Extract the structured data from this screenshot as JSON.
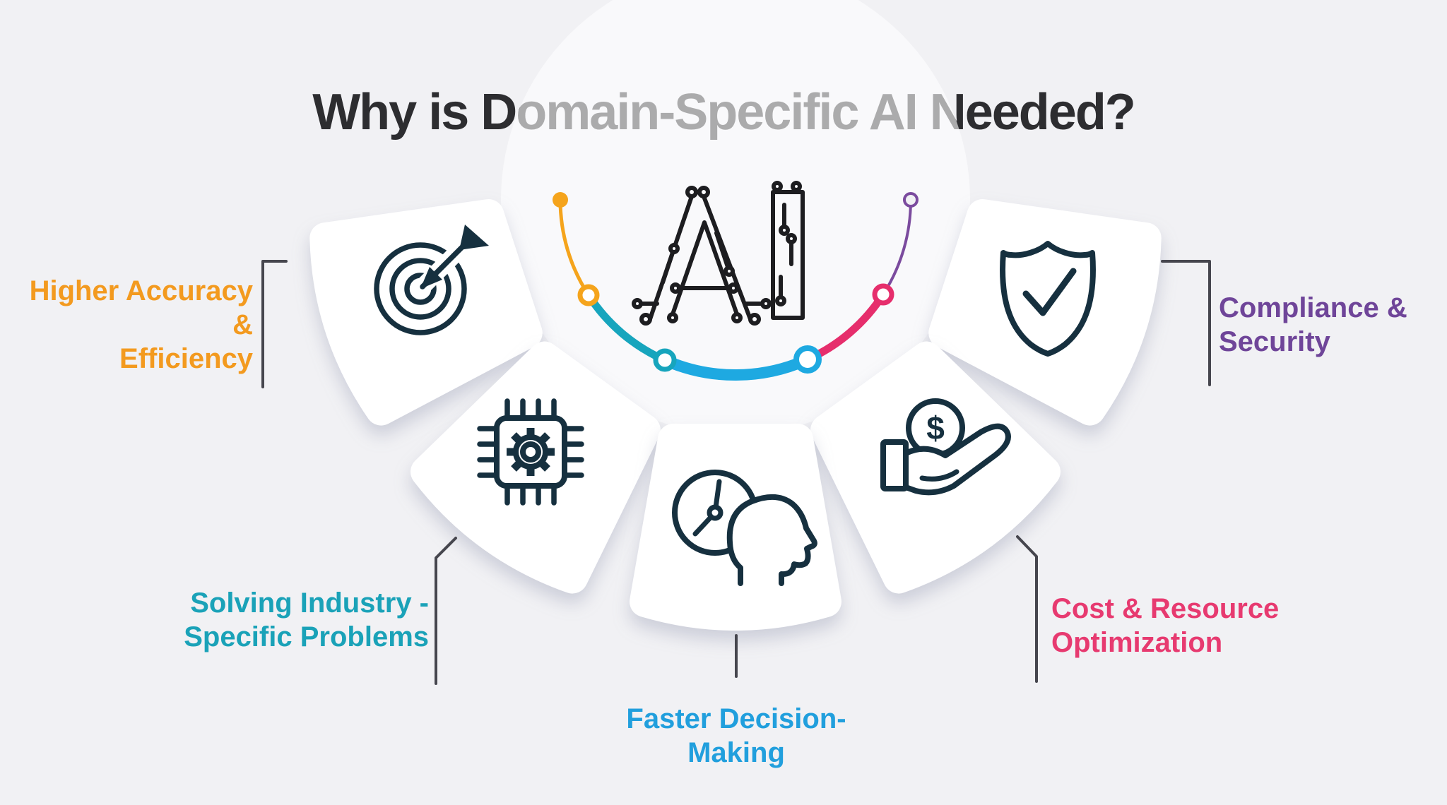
{
  "title": "Why is Domain-Specific AI Needed?",
  "center": {
    "logo_text": "AI"
  },
  "items": [
    {
      "id": "higher-accuracy",
      "label": "Higher Accuracy\n&\nEfficiency",
      "color": "#f39a1f",
      "icon": "target-icon"
    },
    {
      "id": "industry-problems",
      "label": "Solving Industry -\nSpecific Problems",
      "color": "#1aa2b8",
      "icon": "chip-gear-icon"
    },
    {
      "id": "faster-decisions",
      "label": "Faster Decision-\nMaking",
      "color": "#219fdd",
      "icon": "clock-head-icon"
    },
    {
      "id": "cost-optimization",
      "label": "Cost & Resource\nOptimization",
      "color": "#e73a70",
      "icon": "hand-dollar-icon"
    },
    {
      "id": "compliance-security",
      "label": "Compliance &\nSecurity",
      "color": "#6f4599",
      "icon": "shield-check-icon"
    }
  ],
  "dollar_symbol": "$",
  "colors": {
    "background": "#f1f1f4",
    "card": "#ffffff",
    "icon_stroke": "#16303f",
    "connector": "#46464e",
    "title": "#2d2d30",
    "arc": {
      "orange": "#f5a41c",
      "teal": "#17a5bd",
      "blue": "#1ea9e1",
      "pink": "#e62e6c",
      "purple": "#7b4b9e"
    }
  }
}
